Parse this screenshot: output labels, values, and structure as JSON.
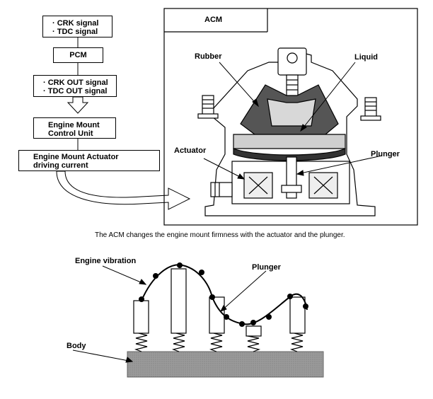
{
  "flow": {
    "signals_in": [
      "· CRK signal",
      "· TDC signal"
    ],
    "pcm": "PCM",
    "signals_out": [
      "· CRK OUT signal",
      "· TDC OUT signal"
    ],
    "control_unit": [
      "Engine Mount",
      "Control Unit"
    ],
    "driving_current": [
      "Engine Mount Actuator",
      "driving current"
    ]
  },
  "acm": {
    "title": "ACM",
    "labels": {
      "rubber": "Rubber",
      "liquid": "Liquid",
      "actuator": "Actuator",
      "plunger": "Plunger"
    },
    "caption": "The ACM changes the engine mount firmness with the actuator and the plunger."
  },
  "vibration": {
    "engine_vibration": "Engine vibration",
    "plunger": "Plunger",
    "body": "Body"
  }
}
